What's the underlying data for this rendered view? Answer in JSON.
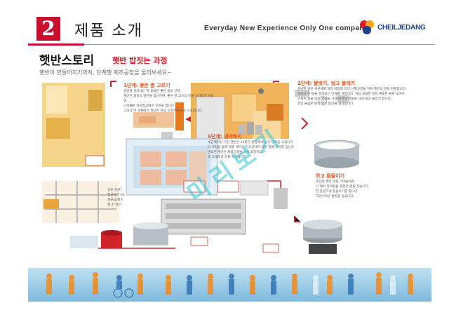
{
  "header": {
    "section_number": "2",
    "section_title": "제품 소개",
    "tagline": "Everyday New Experience Only One company",
    "logo_mark": "CJ",
    "logo_brand": "CHEILJEDANG"
  },
  "story": {
    "title": "햇반스토리",
    "subtitle": "햇반 밥짓는 과정",
    "description": "햇반이 만들어지기까지, 단계별 제조공정을 둘러보세요~"
  },
  "steps": [
    {
      "title": "1단계: 좋은 쌀 고르기",
      "lines": [
        "쌀알을 골라내는 첫 출발은 좋은 쌀의 선택",
        "햇반은 품질의 쌀만을 엄선하여, 좋은 쌀 고유의 맛을 유지하기 위하여",
        "나락째로 저온창고에서 보관을 합니다.",
        "그리고 바 생채에서 필요한 만큼 도정하여 바로 사용합니다."
      ]
    },
    {
      "title": "2단계: 쌀씻기, 씻고 불리기",
      "lines": [
        "준비한 쌀은 세균제외 처리 자동화 라인 선별공정을 거쳐 햇반의 쌀로 탄생합니다",
        "쌀이나 쌀 틈을 골라내는 단계를 거칩니다. 처음 최대한 쌀의 깨끗한 물로 씻겨서",
        "반복된 쌀을 씻는 과정을 거쳐 마지막 전동을 하게 되고 불리기 합니다.",
        "쌀의 불림은 탄력 있는 밥맛을 결정합니다."
      ]
    },
    {
      "title": "5단계: 냉각하기",
      "lines": [
        "세균제거된 거친 햇반은 15분간 냉장에서 급속 냉각을 시킵니다.",
        "이 과정을 통해 제품 내부는 진공상태가 되어 밀폐 유지를 돕는다.",
        "냉각된 햇반은 제품공정을 거쳐 포장하고 ~",
        "쌀 그대로의 맛을 유지합니다."
      ]
    },
    {
      "title": "하고 뜸들이기",
      "lines": [
        "포장된 쌀은 대형 가마솥에서",
        "나 에서 즉석밥을 충분히 밥을 짓습니다.",
        "한 충분하게 뜸들이기를 합니다.",
        "자연스러운 밥맛을 돕습니다."
      ]
    },
    {
      "title": "",
      "lines": [
        "고온 살균?",
        "멸균처리 (대",
        "세균/곰팡이",
        "할 수 있는"
      ]
    }
  ],
  "watermark": "미리보기"
}
